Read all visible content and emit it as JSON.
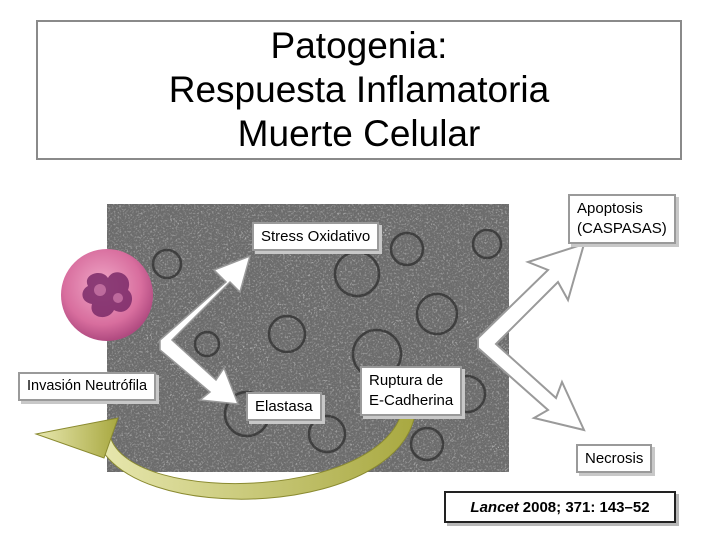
{
  "title": {
    "line1": "Patogenia:",
    "line2": "Respuesta Inflamatoria",
    "line3": "Muerte Celular"
  },
  "labels": {
    "stress": "Stress Oxidativo",
    "invasion": "Invasión Neutrófila",
    "elastasa": "Elastasa",
    "ruptura_line1": "Ruptura de",
    "ruptura_line2": "E-Cadherina",
    "apoptosis_line1": "Apoptosis",
    "apoptosis_line2": "(CASPASAS)",
    "necrosis": "Necrosis"
  },
  "citation": {
    "journal": "Lancet",
    "details": "2008; 371: 143–52"
  },
  "images": {
    "neutrophil": "neutrophil-cell-image",
    "tissue": "histology-micrograph-image"
  },
  "colors": {
    "curved_arrow": "#c8c860",
    "box_border": "#9a9a9a",
    "neutrophil": "#d46a9a"
  }
}
